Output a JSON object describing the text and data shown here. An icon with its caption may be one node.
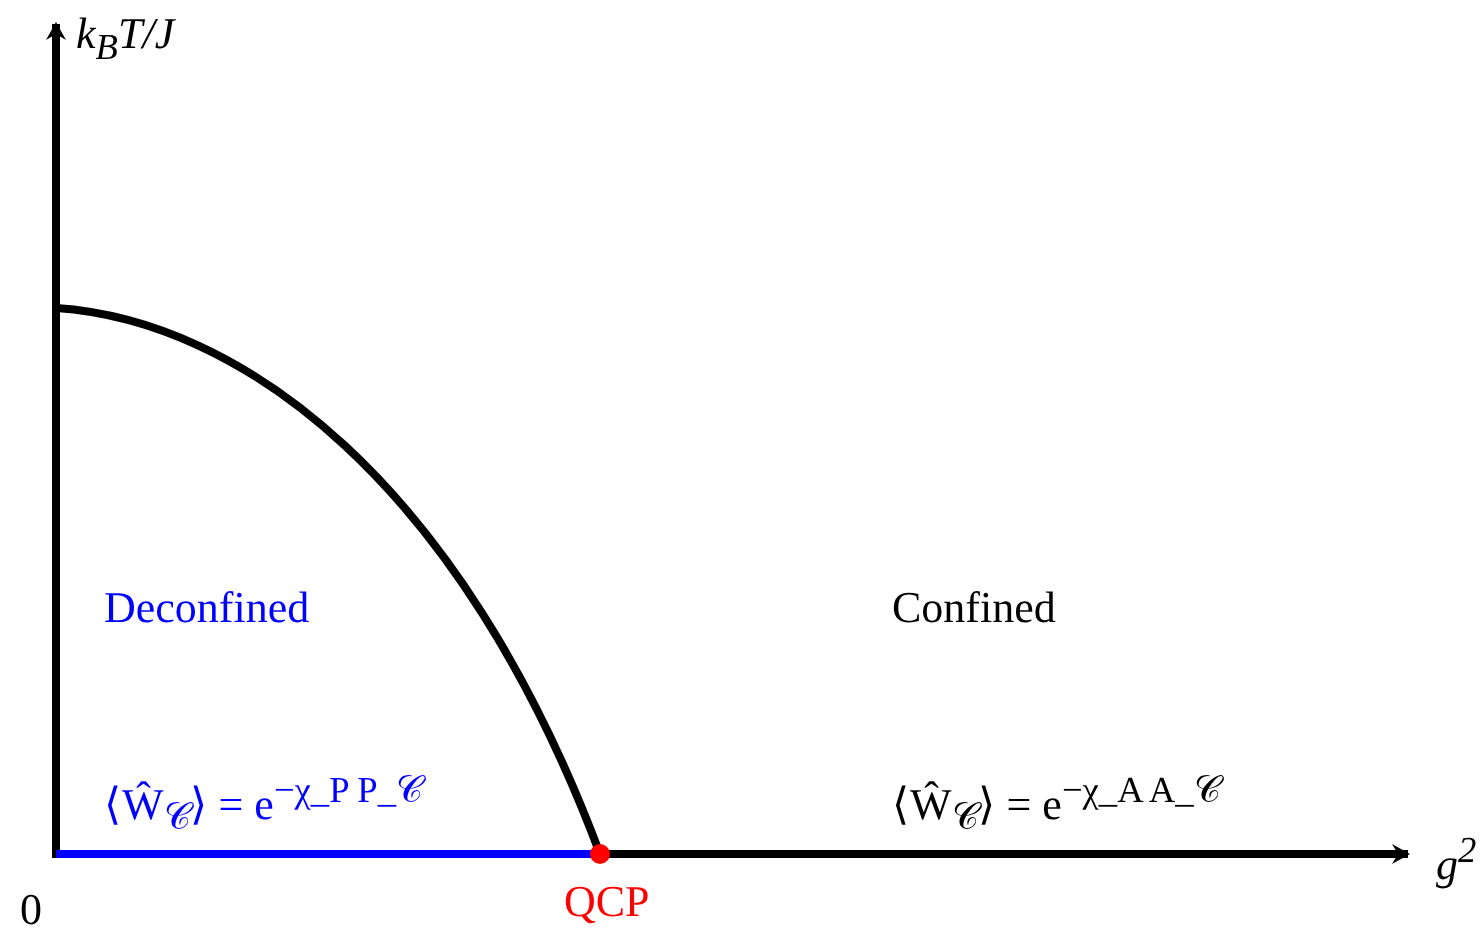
{
  "diagram": {
    "labels": [
      "k$_{B}$T/J",
      "Deconfined",
      "Confined",
      "⟨Ŵ$_{𝒞}$⟩ = e$^{−χ_P P_𝒞}$",
      "⟨Ŵ$_{𝒞}$⟩ = e$^{−χ_A A_𝒞}$",
      "g$^{2}$",
      "0",
      "QCP"
    ]
  }
}
